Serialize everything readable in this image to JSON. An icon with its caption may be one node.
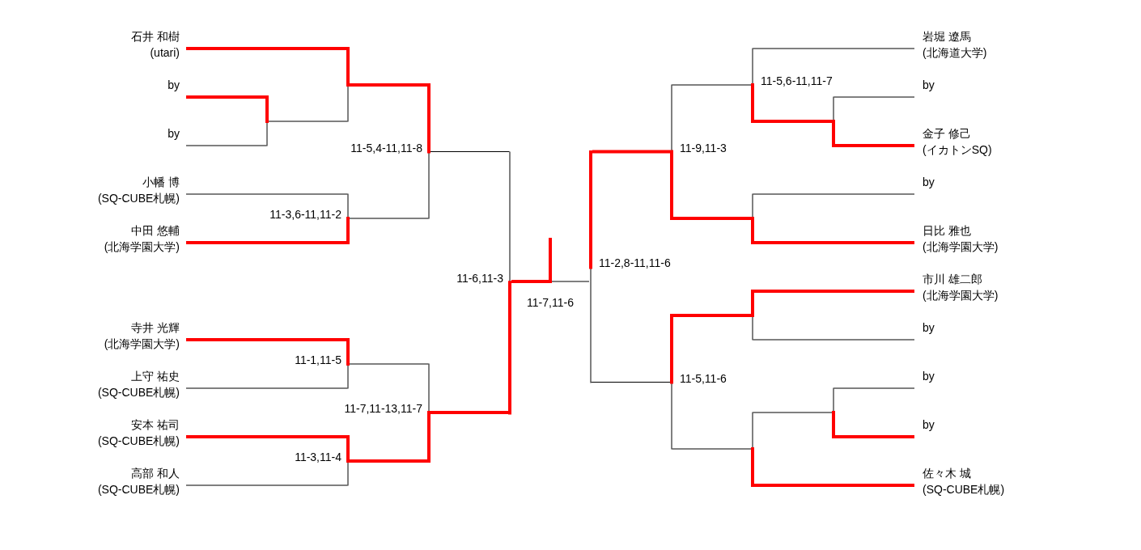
{
  "diagram": {
    "nodes": [
      {
        "text": [
          "石井 和樹",
          "(utari)"
        ]
      },
      {
        "text": [
          "by"
        ]
      },
      {
        "text": [
          "by"
        ]
      },
      {
        "text": [
          "小幡 博",
          "(SQ-CUBE札幌)"
        ]
      },
      {
        "text": [
          "中田 悠輔",
          "(北海学園大学)"
        ]
      },
      {
        "text": [
          "寺井 光輝",
          "(北海学園大学)"
        ]
      },
      {
        "text": [
          "上守 祐史",
          "(SQ-CUBE札幌)"
        ]
      },
      {
        "text": [
          "安本 祐司",
          "(SQ-CUBE札幌)"
        ]
      },
      {
        "text": [
          "高部 和人",
          "(SQ-CUBE札幌)"
        ]
      },
      {
        "text": [],
        "shape": "bar"
      },
      {
        "text": [],
        "shape": "bar"
      },
      {
        "text": [],
        "shape": "bar",
        "beside": [
          "11-3,6-11,11-2"
        ]
      },
      {
        "text": [],
        "shape": "bar",
        "beside": [
          "11-5,4-11,11-8"
        ]
      },
      {
        "text": [],
        "shape": "bar",
        "beside": [
          "11-1,11-5"
        ]
      },
      {
        "text": [],
        "shape": "bar",
        "beside": [
          "11-3,11-4"
        ]
      },
      {
        "text": [],
        "shape": "bar",
        "beside": [
          "11-7,11-13,11-7"
        ]
      },
      {
        "text": [],
        "shape": "bar",
        "beside": [
          "11-6,11-3"
        ]
      },
      {
        "text": [],
        "shape": "bar",
        "beside": [
          "11-7,11-6"
        ]
      },
      {
        "text": [],
        "shape": "bar",
        "beside": [
          "11-2,8-11,11-6"
        ]
      },
      {
        "text": [],
        "shape": "bar",
        "beside": [
          "11-9,11-3"
        ]
      },
      {
        "text": [],
        "shape": "bar",
        "beside": [
          "11-5,11-6"
        ]
      },
      {
        "text": [],
        "shape": "bar",
        "beside": [
          "11-5,6-11,11-7"
        ]
      },
      {
        "text": [],
        "shape": "bar"
      },
      {
        "text": [],
        "shape": "bar"
      },
      {
        "text": [],
        "shape": "bar"
      },
      {
        "text": [],
        "shape": "bar"
      },
      {
        "text": [],
        "shape": "bar"
      },
      {
        "text": [
          "岩堀 遼馬",
          "(北海道大学)"
        ]
      },
      {
        "text": [
          "by"
        ]
      },
      {
        "text": [
          "金子 修己",
          "(イカトンSQ)"
        ]
      },
      {
        "text": [
          "by"
        ]
      },
      {
        "text": [
          "日比 雅也",
          "(北海学園大学)"
        ]
      },
      {
        "text": [
          "市川 雄二郎",
          "(北海学園大学)"
        ]
      },
      {
        "text": [
          "by"
        ]
      },
      {
        "text": [
          "by"
        ]
      },
      {
        "text": [
          "by"
        ]
      },
      {
        "text": [
          "佐々木 城",
          "(SQ-CUBE札幌)"
        ]
      }
    ],
    "edges": [
      {
        "from": 0,
        "to": 10,
        "arrow": "none",
        "style": "thick",
        "color": "#ff0000"
      },
      {
        "from": 1,
        "to": 9,
        "arrow": "none",
        "style": "thick",
        "color": "#ff0000"
      },
      {
        "from": 2,
        "to": 9,
        "arrow": "none",
        "color": "#000000"
      },
      {
        "from": 9,
        "to": 10,
        "arrow": "none",
        "color": "#000000"
      },
      {
        "from": 3,
        "to": 11,
        "arrow": "none",
        "color": "#000000"
      },
      {
        "from": 4,
        "to": 11,
        "arrow": "none",
        "style": "thick",
        "color": "#ff0000"
      },
      {
        "from": 10,
        "to": 12,
        "arrow": "none",
        "style": "thick",
        "color": "#ff0000"
      },
      {
        "from": 11,
        "to": 12,
        "arrow": "none",
        "color": "#000000"
      },
      {
        "from": 5,
        "to": 13,
        "arrow": "none",
        "style": "thick",
        "color": "#ff0000"
      },
      {
        "from": 6,
        "to": 13,
        "arrow": "none",
        "color": "#000000"
      },
      {
        "from": 7,
        "to": 14,
        "arrow": "none",
        "style": "thick",
        "color": "#ff0000"
      },
      {
        "from": 8,
        "to": 14,
        "arrow": "none",
        "color": "#000000"
      },
      {
        "from": 13,
        "to": 15,
        "arrow": "none",
        "color": "#000000"
      },
      {
        "from": 14,
        "to": 15,
        "arrow": "none",
        "style": "thick",
        "color": "#ff0000"
      },
      {
        "from": 12,
        "to": 16,
        "arrow": "none",
        "color": "#000000"
      },
      {
        "from": 15,
        "to": 16,
        "arrow": "none",
        "style": "thick",
        "color": "#ff0000"
      },
      {
        "from": 16,
        "to": 17,
        "arrow": "none",
        "style": "thick",
        "color": "#ff0000"
      },
      {
        "from": 18,
        "to": 17,
        "arrow": "none",
        "color": "#000000"
      },
      {
        "from": 19,
        "to": 18,
        "arrow": "none",
        "style": "thick",
        "color": "#ff0000"
      },
      {
        "from": 20,
        "to": 18,
        "arrow": "none",
        "color": "#000000"
      },
      {
        "from": 21,
        "to": 19,
        "arrow": "none",
        "color": "#000000"
      },
      {
        "from": 22,
        "to": 19,
        "arrow": "none",
        "style": "thick",
        "color": "#ff0000"
      },
      {
        "from": 23,
        "to": 20,
        "arrow": "none",
        "style": "thick",
        "color": "#ff0000"
      },
      {
        "from": 24,
        "to": 20,
        "arrow": "none",
        "color": "#000000"
      },
      {
        "from": 27,
        "to": 21,
        "arrow": "none",
        "color": "#000000"
      },
      {
        "from": 25,
        "to": 21,
        "arrow": "none",
        "style": "thick",
        "color": "#ff0000"
      },
      {
        "from": 28,
        "to": 25,
        "arrow": "none",
        "color": "#000000"
      },
      {
        "from": 29,
        "to": 25,
        "arrow": "none",
        "style": "thick",
        "color": "#ff0000"
      },
      {
        "from": 30,
        "to": 22,
        "arrow": "none",
        "color": "#000000"
      },
      {
        "from": 31,
        "to": 22,
        "arrow": "none",
        "style": "thick",
        "color": "#ff0000"
      },
      {
        "from": 32,
        "to": 23,
        "arrow": "none",
        "style": "thick",
        "color": "#ff0000"
      },
      {
        "from": 33,
        "to": 23,
        "arrow": "none",
        "color": "#000000"
      },
      {
        "from": 26,
        "to": 24,
        "arrow": "none",
        "color": "#000000"
      },
      {
        "from": 36,
        "to": 24,
        "arrow": "none",
        "style": "thick",
        "color": "#ff0000"
      },
      {
        "from": 34,
        "to": 26,
        "arrow": "none",
        "color": "#000000"
      },
      {
        "from": 35,
        "to": 26,
        "arrow": "none",
        "style": "thick",
        "color": "#ff0000"
      }
    ]
  }
}
